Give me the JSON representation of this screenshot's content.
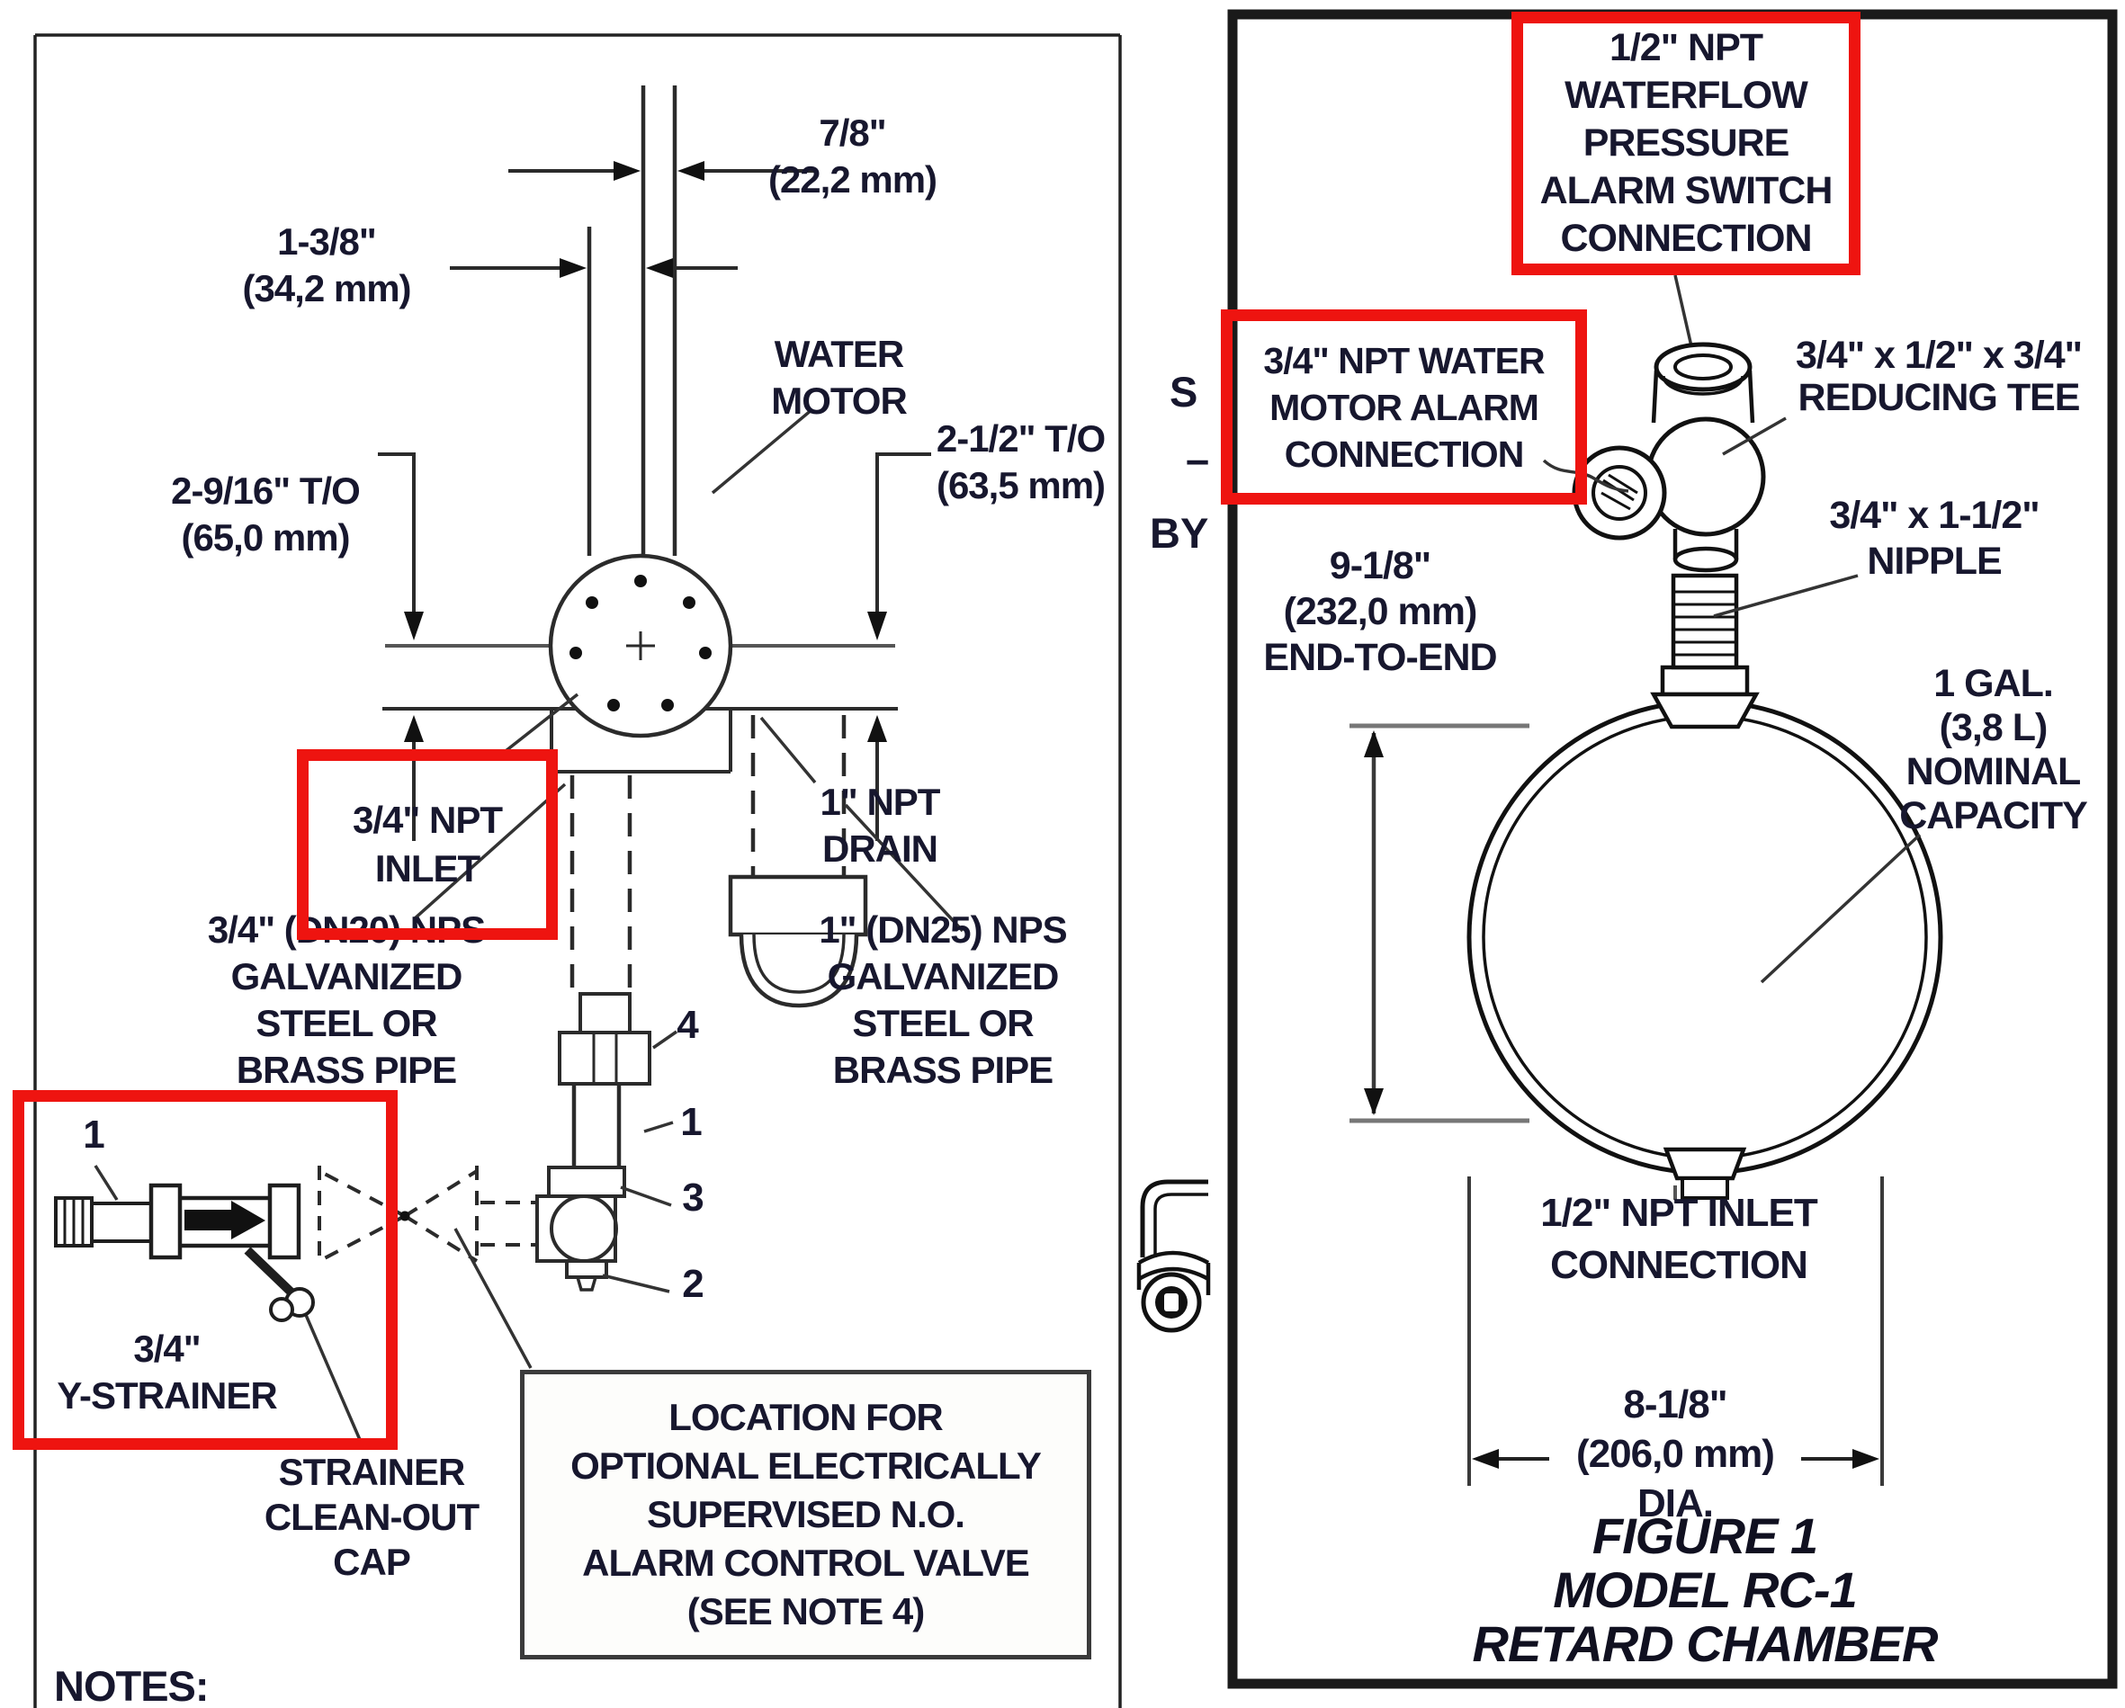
{
  "left_panel": {
    "dim_7_8": "7/8\"\n(22,2 mm)",
    "dim_1_3_8": "1-3/8\"\n(34,2 mm)",
    "dim_2_9_16": "2-9/16\" T/O\n(65,0 mm)",
    "dim_2_1_2": "2-1/2\" T/O\n(63,5 mm)",
    "water_motor": "WATER\nMOTOR",
    "inlet_callout": "3/4\" NPT\nINLET",
    "drain_callout": "1\" NPT\nDRAIN",
    "pipe_dn20": "3/4\" (DN20) NPS\nGALVANIZED\nSTEEL OR\nBRASS PIPE",
    "pipe_dn25": "1\" (DN25) NPS\nGALVANIZED\nSTEEL OR\nBRASS PIPE",
    "part_4": "4",
    "part_1_valve": "1",
    "part_3": "3",
    "part_2": "2",
    "part_1_strainer": "1",
    "y_strainer": "3/4\"\nY-STRAINER",
    "strainer_cap": "STRAINER\nCLEAN-OUT\nCAP",
    "location_note": "LOCATION FOR\nOPTIONAL ELECTRICALLY\nSUPERVISED N.O.\nALARM CONTROL VALVE\n(SEE NOTE 4)",
    "notes": "NOTES:"
  },
  "right_panel": {
    "waterflow_callout": "1/2\" NPT\nWATERFLOW\nPRESSURE\nALARM SWITCH\nCONNECTION",
    "water_motor_alarm_callout": "3/4\" NPT WATER\nMOTOR ALARM\nCONNECTION",
    "reducing_tee": "3/4\" x 1/2\" x 3/4\"\nREDUCING TEE",
    "nipple": "3/4\" x 1-1/2\"\nNIPPLE",
    "end_to_end": "9-1/8\"\n(232,0 mm)\nEND-TO-END",
    "capacity": "1 GAL.\n(3,8 L)\nNOMINAL\nCAPACITY",
    "inlet_connection": "1/2\" NPT INLET\nCONNECTION",
    "diameter": "8-1/8\"\n(206,0 mm)\nDIA.",
    "caption": "FIGURE 1\nMODEL RC-1\nRETARD CHAMBER"
  },
  "fragments": {
    "s": "S",
    "dash": "–",
    "by": "BY"
  },
  "colors": {
    "highlight": "#ee1410",
    "line": "#2b2b2b",
    "dim_line": "#4a4a4a",
    "text": "#17172e"
  }
}
